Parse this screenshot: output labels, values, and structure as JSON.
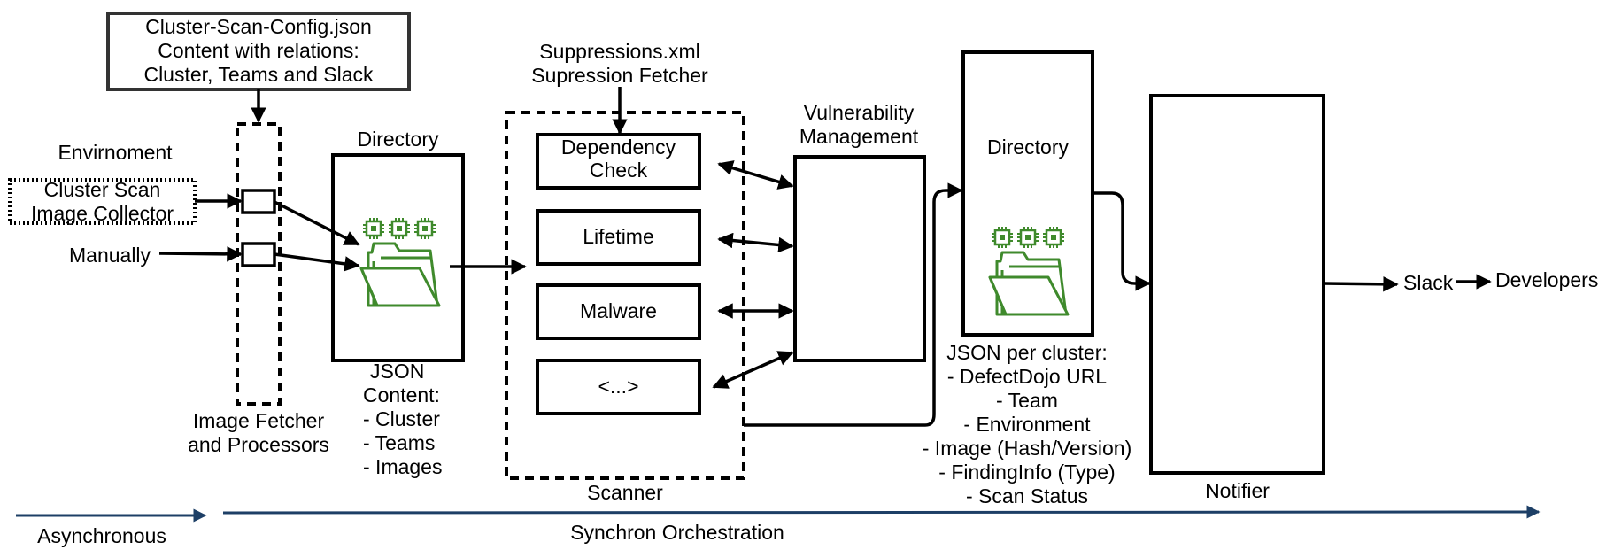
{
  "config": {
    "line1": "Cluster-Scan-Config.json",
    "line2": "Content with relations:",
    "line3": "Cluster, Teams and Slack"
  },
  "inputs": {
    "environment_label": "Envirnoment",
    "collector_line1": "Cluster Scan",
    "collector_line2": "Image Collector",
    "manually_label": "Manually"
  },
  "fetcher": {
    "line1": "Image Fetcher",
    "line2": "and Processors"
  },
  "directory1": {
    "title": "Directory",
    "json_lines": [
      "JSON",
      "Content:",
      "- Cluster",
      "- Teams",
      "- Images"
    ]
  },
  "suppressions": {
    "line1": "Suppressions.xml",
    "line2": "Supression Fetcher"
  },
  "scanner": {
    "label": "Scanner",
    "modules": [
      {
        "line1": "Dependency",
        "line2": "Check"
      },
      {
        "line1": "Lifetime"
      },
      {
        "line1": "Malware"
      },
      {
        "line1": "<...>"
      }
    ]
  },
  "vuln_mgmt": {
    "line1": "Vulnerability",
    "line2": "Management"
  },
  "directory2": {
    "title": "Directory",
    "json_lines": [
      "JSON per cluster:",
      "- DefectDojo URL",
      "- Team",
      "- Environment",
      "- Image (Hash/Version)",
      "- FindingInfo (Type)",
      "- Scan Status"
    ]
  },
  "notifier": {
    "label": "Notifier"
  },
  "outputs": {
    "slack": "Slack",
    "developers": "Developers"
  },
  "timeline": {
    "async_label": "Asynchronous",
    "sync_label": "Synchron Orchestration"
  },
  "colors": {
    "stroke": "#000000",
    "folder_green": "#3f8a2c",
    "timeline_blue": "#1d3f66"
  },
  "icons": {
    "folder": "folder-with-chips-icon"
  }
}
